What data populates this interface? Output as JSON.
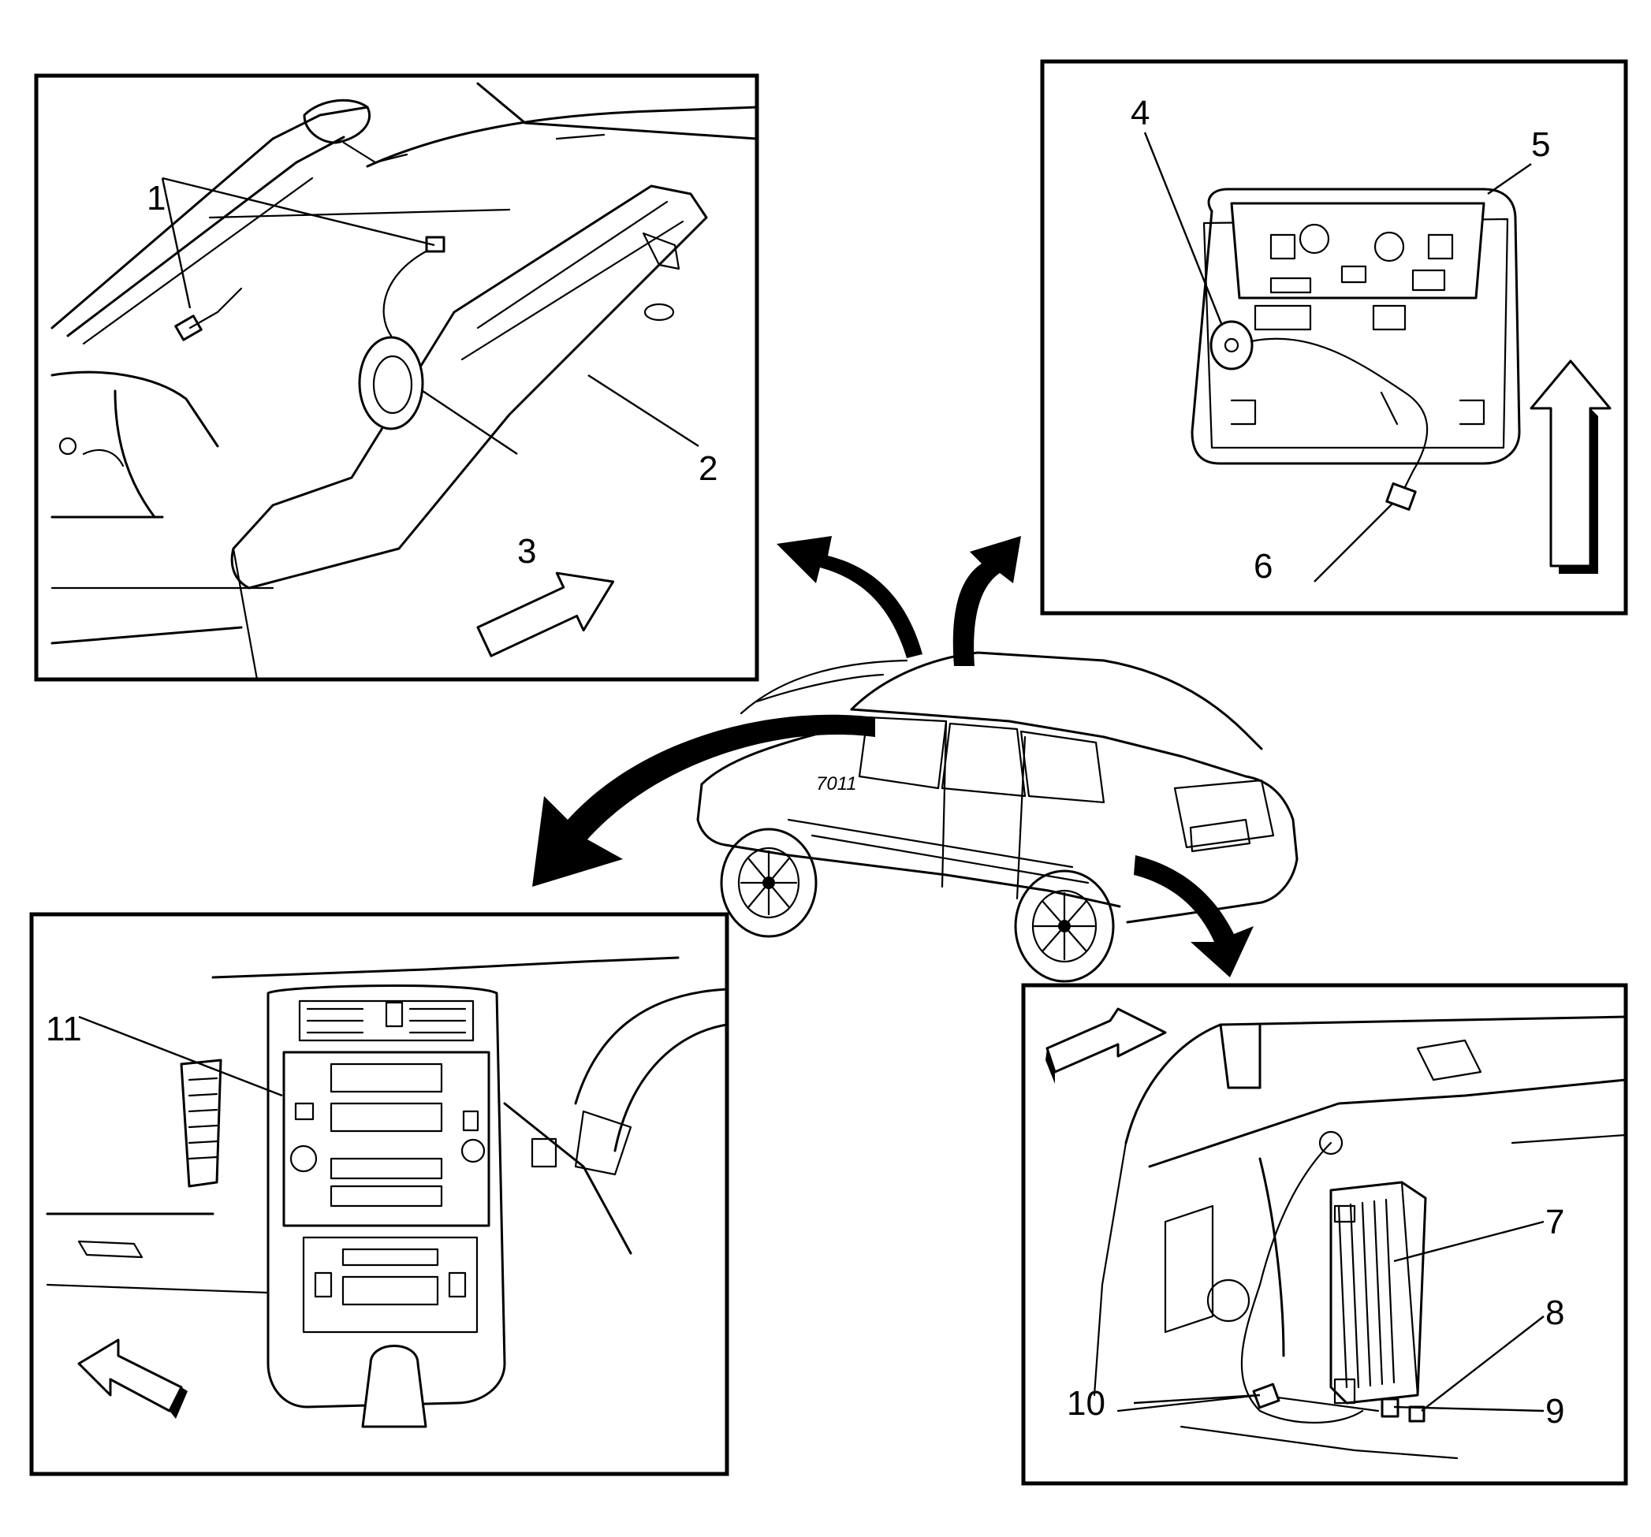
{
  "colors": {
    "ink": "#000000",
    "paper": "#ffffff"
  },
  "callouts": {
    "c1": "1",
    "c2": "2",
    "c3": "3",
    "c4": "4",
    "c5": "5",
    "c6": "6",
    "c7": "7",
    "c8": "8",
    "c9": "9",
    "c10": "10",
    "c11": "11"
  },
  "vehicle_label": "7011",
  "icons": {
    "view_direction": "arrow-outline-icon",
    "location_pointer": "curved-arrow-icon"
  }
}
